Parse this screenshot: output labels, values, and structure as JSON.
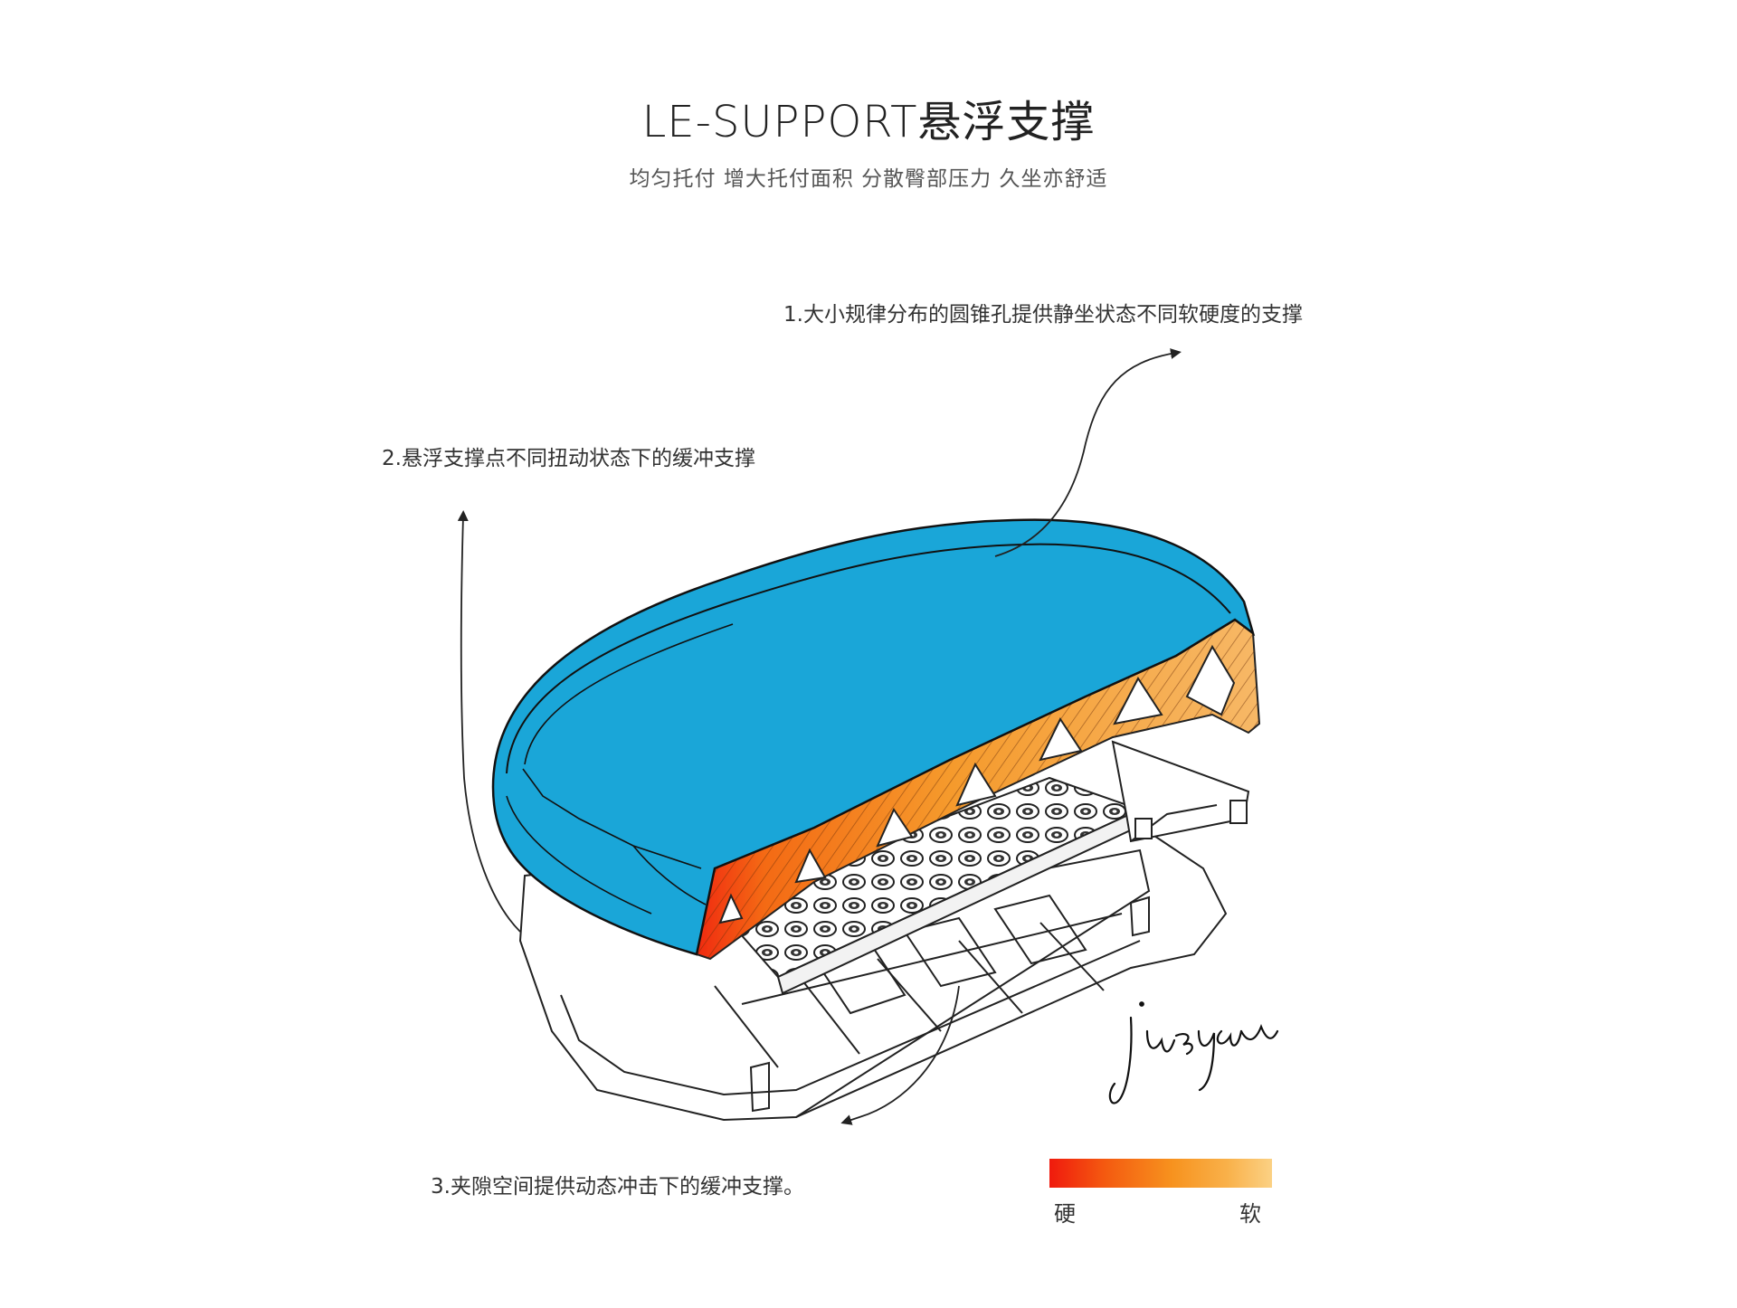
{
  "header": {
    "title": "LE-SUPPORT悬浮支撑",
    "subtitle": "均匀托付 增大托付面积 分散臀部压力 久坐亦舒适"
  },
  "callouts": [
    "1.大小规律分布的圆锥孔提供静坐状态不同软硬度的支撑",
    "2.悬浮支撑点不同扭动状态下的缓冲支撑",
    "3.夹隙空间提供动态冲击下的缓冲支撑。"
  ],
  "legend": {
    "hard_label": "硬",
    "soft_label": "软",
    "colors": [
      "#f01a0d",
      "#f7921e",
      "#fbd184"
    ]
  },
  "signature": "juzyou",
  "colors": {
    "cushion_top": "#1aa6d8",
    "outline": "#1a1a1a"
  }
}
